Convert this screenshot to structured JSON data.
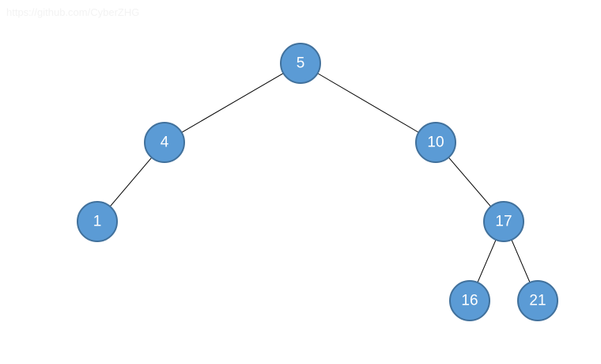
{
  "watermark": "https://github.com/CyberZHG",
  "colors": {
    "node_fill": "#5b9bd5",
    "node_stroke": "#41719c",
    "label": "#ffffff",
    "edge": "#000000"
  },
  "tree": {
    "nodes": [
      {
        "id": "n5",
        "label": "5"
      },
      {
        "id": "n4",
        "label": "4"
      },
      {
        "id": "n10",
        "label": "10"
      },
      {
        "id": "n1",
        "label": "1"
      },
      {
        "id": "n17",
        "label": "17"
      },
      {
        "id": "n16",
        "label": "16"
      },
      {
        "id": "n21",
        "label": "21"
      }
    ],
    "edges": [
      {
        "from": "n5",
        "to": "n4"
      },
      {
        "from": "n5",
        "to": "n10"
      },
      {
        "from": "n4",
        "to": "n1"
      },
      {
        "from": "n10",
        "to": "n17"
      },
      {
        "from": "n17",
        "to": "n16"
      },
      {
        "from": "n17",
        "to": "n21"
      }
    ]
  }
}
